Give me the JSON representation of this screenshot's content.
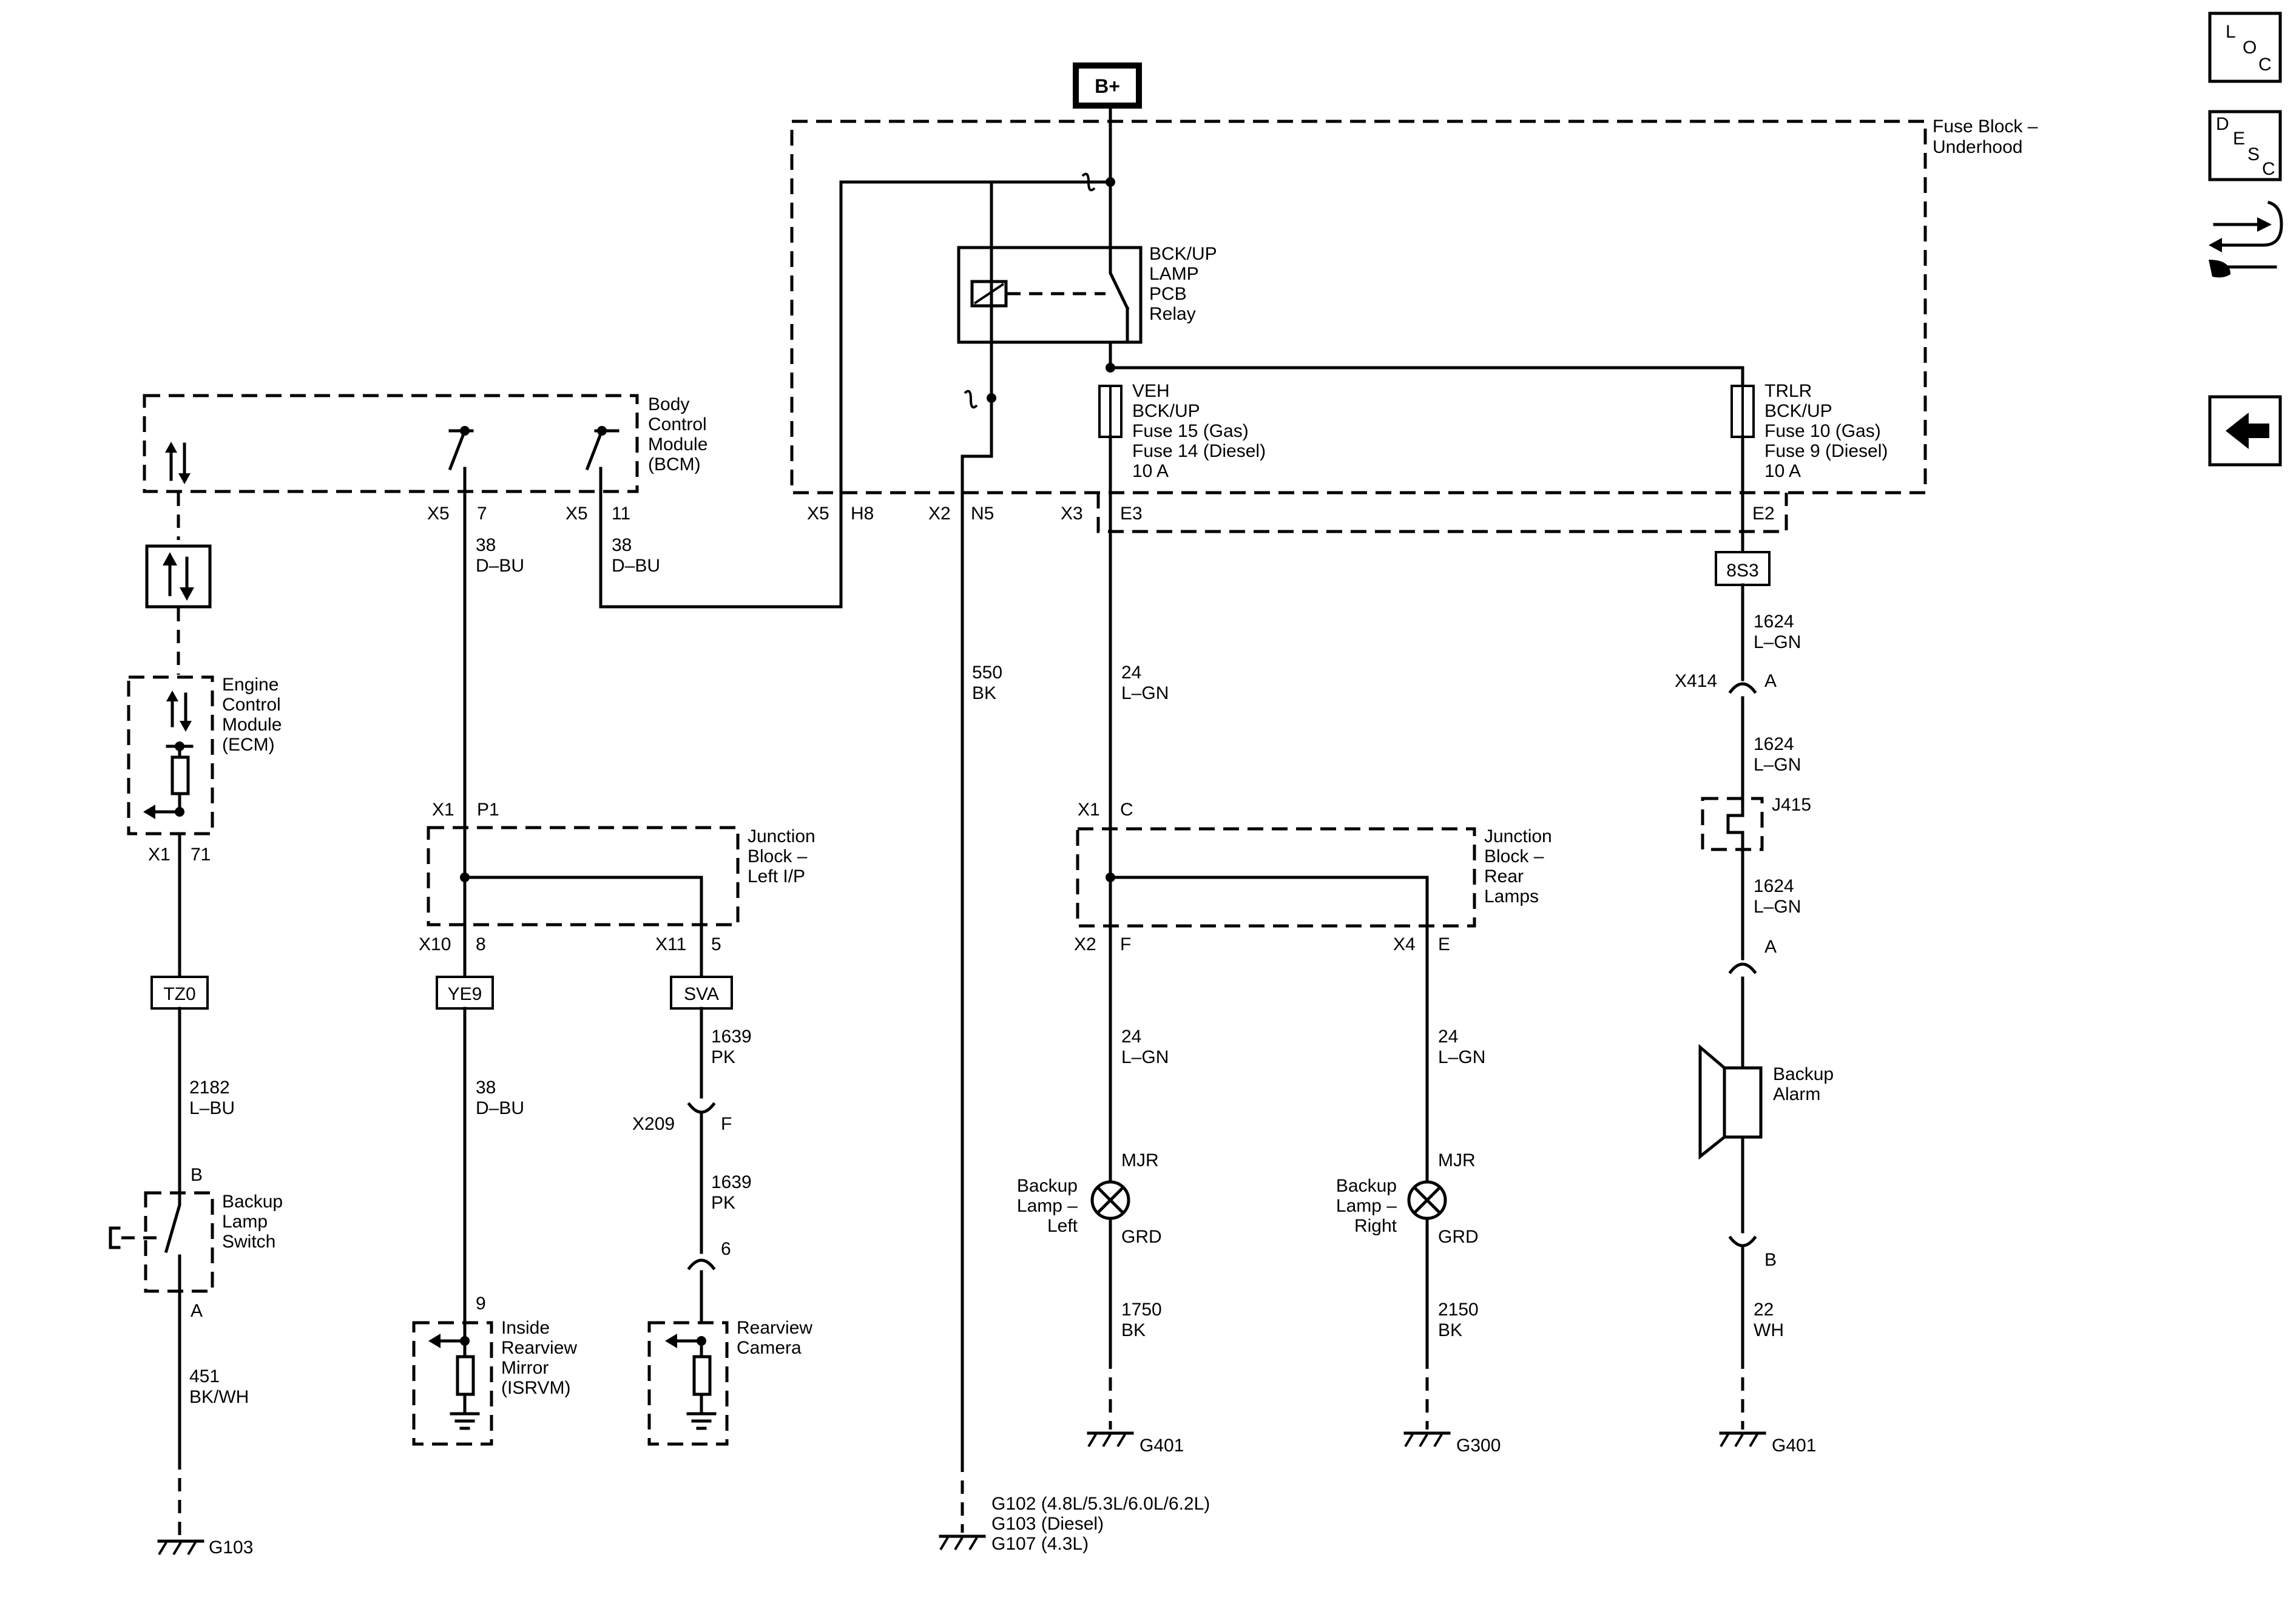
{
  "power": {
    "bplus": "B+"
  },
  "nav_icons": {
    "loc": [
      "L",
      "O",
      "C"
    ],
    "desc": [
      "D",
      "E",
      "S",
      "C"
    ],
    "tool_icon": "connector-wrench-icon",
    "back_icon": "back-arrow-icon"
  },
  "fuse_block": {
    "label": [
      "Fuse Block –",
      "Underhood"
    ],
    "relay_label": [
      "BCK/UP",
      "LAMP",
      "PCB",
      "Relay"
    ],
    "veh_fuse": [
      "VEH",
      "BCK/UP",
      "Fuse 15 (Gas)",
      "Fuse 14 (Diesel)",
      "10 A"
    ],
    "trlr_fuse": [
      "TRLR",
      "BCK/UP",
      "Fuse 10 (Gas)",
      "Fuse 9 (Diesel)",
      "10 A"
    ]
  },
  "bcm": {
    "label": [
      "Body",
      "Control",
      "Module",
      "(BCM)"
    ]
  },
  "ecm": {
    "label": [
      "Engine",
      "Control",
      "Module",
      "(ECM)"
    ]
  },
  "connectors": {
    "bcm_x5_7": [
      "X5",
      "7"
    ],
    "bcm_x5_11": [
      "X5",
      "11"
    ],
    "fb_x5_h8": [
      "X5",
      "H8"
    ],
    "fb_x2_n5": [
      "X2",
      "N5"
    ],
    "fb_x3_e3": [
      "X3",
      "E3"
    ],
    "fb_e2": "E2",
    "ecm_x1_71": [
      "X1",
      "71"
    ],
    "jb_left_x1_p1": [
      "X1",
      "P1"
    ],
    "jb_left_x10_8": [
      "X10",
      "8"
    ],
    "jb_left_x11_5": [
      "X11",
      "5"
    ],
    "jb_rear_x1_c": [
      "X1",
      "C"
    ],
    "jb_rear_x2_f": [
      "X2",
      "F"
    ],
    "jb_rear_x4_e": [
      "X4",
      "E"
    ],
    "x414": [
      "X414",
      "A"
    ],
    "x209": [
      "X209",
      "F"
    ],
    "alarm_a": "A",
    "alarm_b": "B",
    "switch_b": "B",
    "switch_a": "A",
    "isrvm_9": "9",
    "camera_6": "6",
    "lamp_left_mjr": "MJR",
    "lamp_left_grd": "GRD",
    "lamp_right_mjr": "MJR",
    "lamp_right_grd": "GRD"
  },
  "wires": {
    "bcm7": [
      "38",
      "D–BU"
    ],
    "bcm11": [
      "38",
      "D–BU"
    ],
    "n5": [
      "550",
      "BK"
    ],
    "e3": [
      "24",
      "L–GN"
    ],
    "e2": [
      "1624",
      "L–GN"
    ],
    "x414_j415": [
      "1624",
      "L–GN"
    ],
    "j415_alarm": [
      "1624",
      "L–GN"
    ],
    "ecm71": [
      "2182",
      "L–BU"
    ],
    "switch_ground": [
      "451",
      "BK/WH"
    ],
    "jb8": [
      "38",
      "D–BU"
    ],
    "jb5": [
      "1639",
      "PK"
    ],
    "x209_cam": [
      "1639",
      "PK"
    ],
    "rear_f": [
      "24",
      "L–GN"
    ],
    "rear_e": [
      "24",
      "L–GN"
    ],
    "lamp_left_gnd": [
      "1750",
      "BK"
    ],
    "lamp_right_gnd": [
      "2150",
      "BK"
    ],
    "alarm_gnd": [
      "22",
      "WH"
    ]
  },
  "codes": {
    "tz0": "TZ0",
    "ye9": "YE9",
    "sva": "SVA",
    "s8s3": "8S3"
  },
  "junctions": {
    "left": [
      "Junction",
      "Block –",
      "Left I/P"
    ],
    "rear": [
      "Junction",
      "Block –",
      "Rear",
      "Lamps"
    ],
    "j415": "J415"
  },
  "components": {
    "backup_switch": [
      "Backup",
      "Lamp",
      "Switch"
    ],
    "isrvm": [
      "Inside",
      "Rearview",
      "Mirror",
      "(ISRVM)"
    ],
    "camera": [
      "Rearview",
      "Camera"
    ],
    "lamp_left": [
      "Backup",
      "Lamp –",
      "Left"
    ],
    "lamp_right": [
      "Backup",
      "Lamp –",
      "Right"
    ],
    "alarm": [
      "Backup",
      "Alarm"
    ]
  },
  "grounds": {
    "g103": "G103",
    "g102_list": [
      "G102 (4.8L/5.3L/6.0L/6.2L)",
      "G103 (Diesel)",
      "G107 (4.3L)"
    ],
    "g401_left": "G401",
    "g300": "G300",
    "g401_right": "G401"
  }
}
